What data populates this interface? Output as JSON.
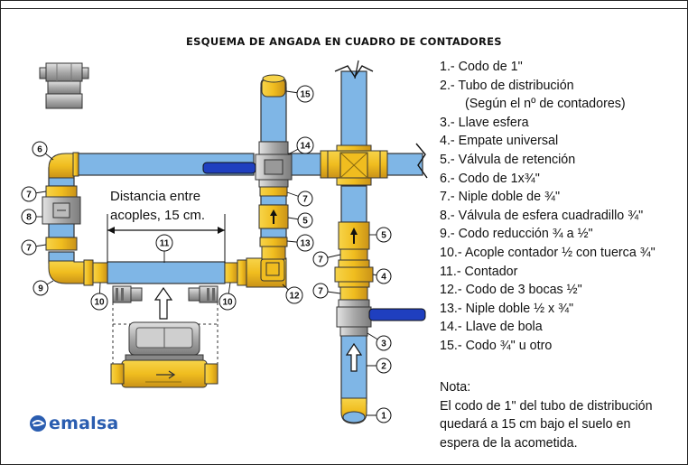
{
  "title": "ESQUEMA DE ANGADA EN CUADRO DE CONTADORES",
  "legend": [
    "1.- Codo de 1\"",
    "2.- Tubo de distribución",
    "(Según el nº de contadores)",
    "3.- Llave esfera",
    "4.- Empate universal",
    "5.- Válvula de retención",
    "6.- Codo de 1x¾\"",
    "7.- Niple doble de ¾\"",
    "8.- Válvula de esfera cuadradillo ¾\"",
    "9.- Codo reducción ¾ a ½\"",
    "10.- Acople contador ½ con tuerca ¾\"",
    "11.- Contador",
    "12.- Codo de 3 bocas ½\"",
    "13.- Niple doble ½ x ¾\"",
    "14.- Llave de bola",
    "15.- Codo ¾\" u otro"
  ],
  "note": {
    "title": "Nota:",
    "lines": [
      "El codo de 1\" del tubo de distribución",
      "quedará a 15 cm bajo el suelo en",
      "espera de la acometida."
    ]
  },
  "distance_label": [
    "Distancia entre",
    "acoples, 15 cm."
  ],
  "callouts": [
    "1",
    "2",
    "3",
    "4",
    "5",
    "5",
    "6",
    "7",
    "7",
    "7",
    "7",
    "7",
    "8",
    "9",
    "10",
    "10",
    "11",
    "12",
    "13",
    "14",
    "15"
  ],
  "logo_text": "emalsa",
  "colors": {
    "pipe": "#7fb6e6",
    "fitting": "#f0c419",
    "fitting_dark": "#c8961a",
    "valve_handle": "#1f3fbf",
    "brand": "#2a5db0"
  }
}
